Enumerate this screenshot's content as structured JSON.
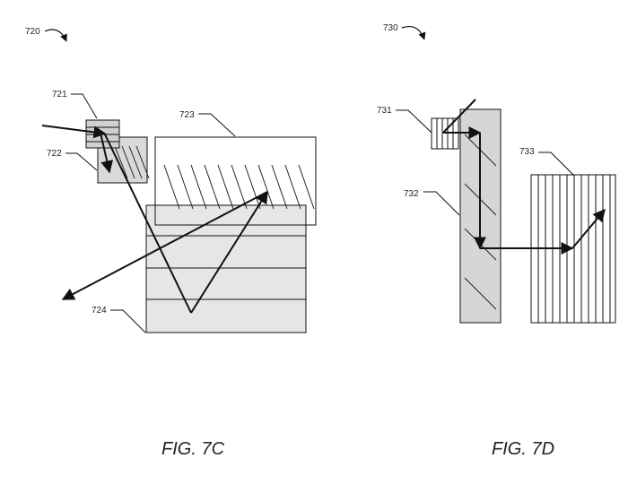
{
  "figures": {
    "fig7c": {
      "caption": "FIG. 7C",
      "ref_main": "720",
      "ref_721": "721",
      "ref_722": "722",
      "ref_723": "723",
      "ref_724": "724"
    },
    "fig7d": {
      "caption": "FIG. 7D",
      "ref_main": "730",
      "ref_731": "731",
      "ref_732": "732",
      "ref_733": "733"
    }
  },
  "colors": {
    "line": "#111111",
    "light_gray_fill": "#e8e8e8",
    "dark_gray_fill": "#d6d6d6",
    "hatch": "#222222"
  }
}
